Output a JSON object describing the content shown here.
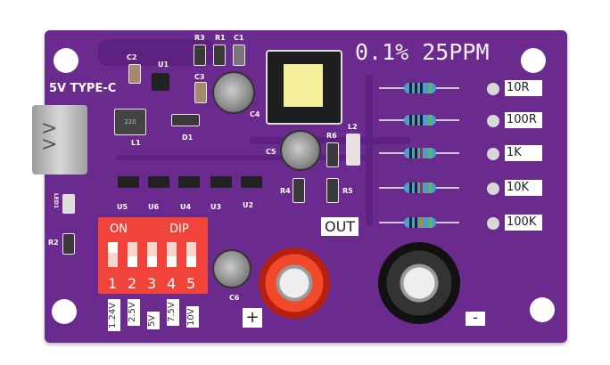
{
  "board": {
    "title": "0.1% 25PPM",
    "input_label": "5V TYPE-C",
    "output_label": "OUT",
    "plus_label": "+",
    "minus_label": "-",
    "colors": {
      "pcb": "#6b2b8e",
      "dip": "#f0443a",
      "post_red": "#e8321e",
      "post_black": "#1a1a1a"
    }
  },
  "components": {
    "ics": [
      "U1",
      "U2",
      "U3",
      "U4",
      "U5",
      "U6"
    ],
    "resistors_smd": [
      "R1",
      "R2",
      "R3",
      "R4",
      "R5",
      "R6"
    ],
    "caps": [
      "C1",
      "C2",
      "C3",
      "C4",
      "C5",
      "C6"
    ],
    "inductors": [
      "L1",
      "L2"
    ],
    "diode": "D1",
    "led": "LED1",
    "l1_marking": "220"
  },
  "reference_resistors": [
    "10R",
    "100R",
    "1K",
    "10K",
    "100K"
  ],
  "dip_switch": {
    "label_on": "ON",
    "label_dip": "DIP",
    "positions": [
      "1",
      "2",
      "3",
      "4",
      "5"
    ],
    "voltages": [
      "1.24V",
      "2.5V",
      "5V",
      "7.5V",
      "10V"
    ],
    "states": [
      "on",
      "off",
      "off",
      "off",
      "off"
    ]
  }
}
